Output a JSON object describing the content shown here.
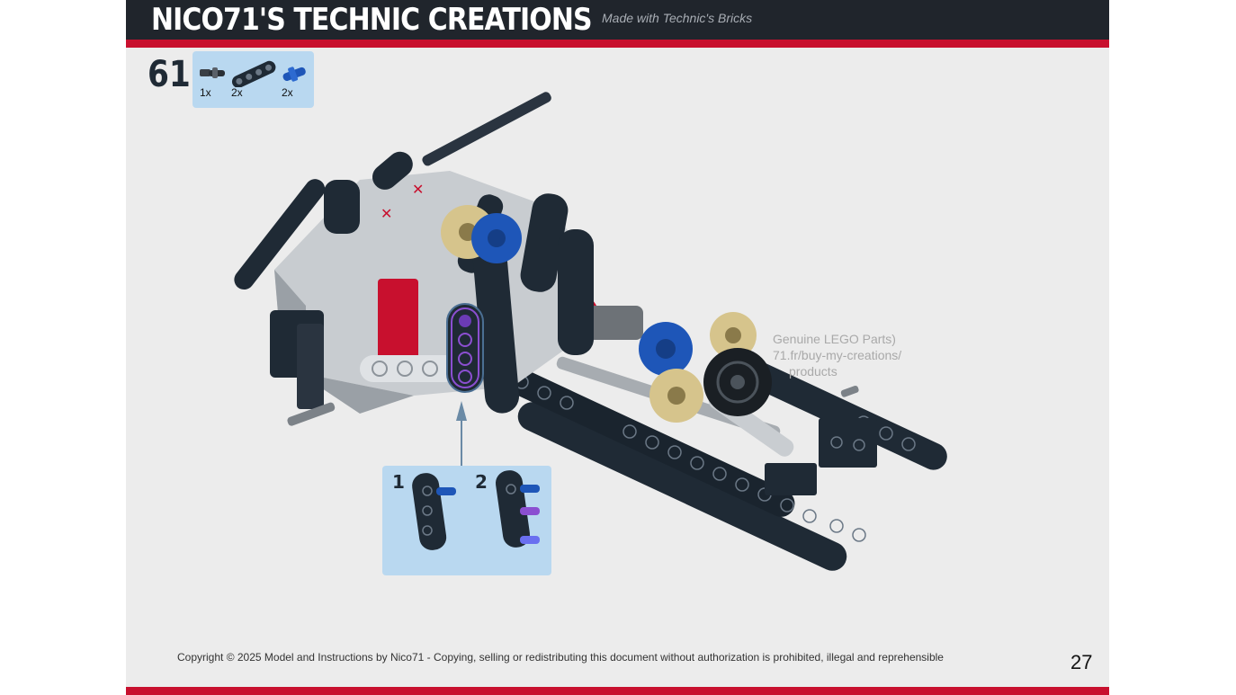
{
  "header": {
    "title": "NICO71'S TECHNIC CREATIONS",
    "tagline": "Made with Technic's Bricks"
  },
  "step": {
    "number": "61",
    "parts": [
      {
        "name": "axle-pin-icon",
        "qty": "1x",
        "color": "#3a3f45"
      },
      {
        "name": "liftarm-thick-icon",
        "qty": "2x",
        "color": "#1f2a35"
      },
      {
        "name": "axle-pin-blue-icon",
        "qty": "2x",
        "color": "#1e56b8"
      }
    ]
  },
  "watermark": {
    "line1": "Genuine LEGO Parts)",
    "line2": "71.fr/buy-my-creations/",
    "line3": "products"
  },
  "callout": {
    "sub1": "1",
    "sub2": "2"
  },
  "footer": {
    "copyright": "Copyright © 2025 Model and Instructions by Nico71 - Copying, selling or redistributing this document without authorization is prohibited, illegal and reprehensible",
    "page": "27"
  },
  "colors": {
    "header_bg": "#20252c",
    "accent_red": "#c8102e",
    "callout_bg": "#b9d8f0",
    "page_bg": "#ececec"
  }
}
